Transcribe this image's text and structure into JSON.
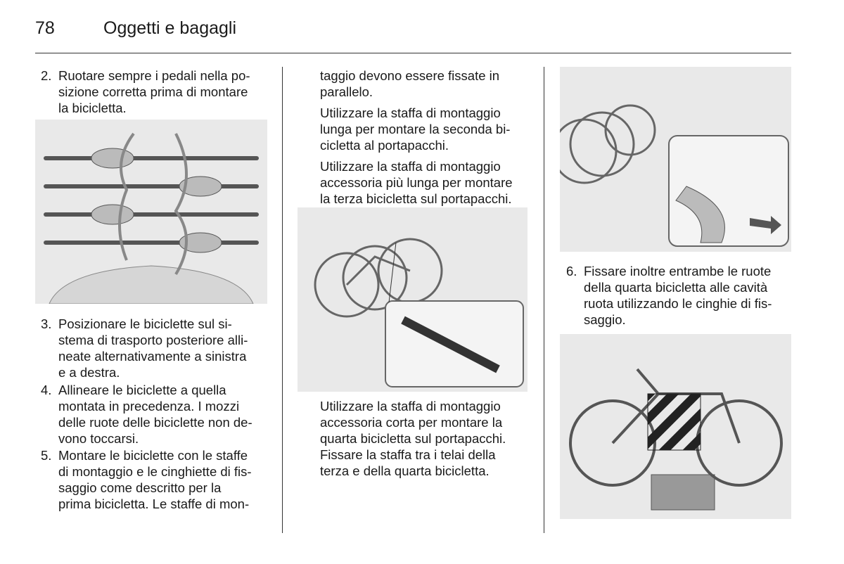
{
  "header": {
    "page_number": "78",
    "title": "Oggetti e bagagli"
  },
  "col1": {
    "item2": {
      "num": "2.",
      "lines": [
        "Ruotare sempre i pedali nella po-",
        "sizione corretta prima di montare",
        "la bicicletta."
      ]
    },
    "item3": {
      "num": "3.",
      "lines": [
        "Posizionare le biciclette sul si-",
        "stema di trasporto posteriore alli-",
        "neate alternativamente a sinistra",
        "e a destra."
      ]
    },
    "item4": {
      "num": "4.",
      "lines": [
        "Allineare le biciclette a quella",
        "montata in precedenza. I mozzi",
        "delle ruote delle biciclette non de-",
        "vono toccarsi."
      ]
    },
    "item5": {
      "num": "5.",
      "lines": [
        "Montare le biciclette con le staffe",
        "di montaggio e le cinghiette di fis-",
        "saggio come descritto per la",
        "prima bicicletta. Le staffe di mon-"
      ]
    }
  },
  "col2": {
    "p1": {
      "lines": [
        "taggio devono essere fissate in",
        "parallelo."
      ]
    },
    "p2": {
      "lines": [
        "Utilizzare la staffa di montaggio",
        "lunga per montare la seconda bi-",
        "cicletta al portapacchi."
      ]
    },
    "p3": {
      "lines": [
        "Utilizzare la staffa di montaggio",
        "accessoria più lunga per montare",
        "la terza bicicletta sul portapacchi."
      ]
    },
    "p4": {
      "lines": [
        "Utilizzare la staffa di montaggio",
        "accessoria corta per montare la",
        "quarta bicicletta sul portapacchi.",
        "Fissare la staffa tra i telai della",
        "terza e della quarta bicicletta."
      ]
    }
  },
  "col3": {
    "item6": {
      "num": "6.",
      "lines": [
        "Fissare inoltre entrambe le ruote",
        "della quarta bicicletta alle cavità",
        "ruota utilizzando le cinghie di fis-",
        "saggio."
      ]
    }
  }
}
